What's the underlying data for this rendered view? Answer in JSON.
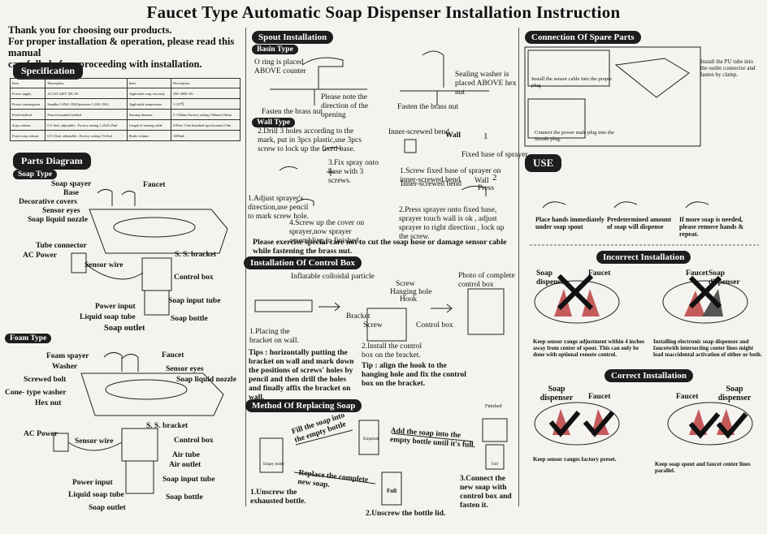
{
  "title": "Faucet Type Automatic Soap Dispenser Installation Instruction",
  "intro": {
    "line1": "Thank you for choosing our products.",
    "line2": "For proper installation & operation, please read this manual",
    "line3": "carefully before proceeding with installation."
  },
  "specification": {
    "heading": "Specification",
    "header": [
      "Item",
      "Description",
      "Item",
      "Description"
    ],
    "rows": [
      [
        "Power supply",
        "AC110~240V /DC 6V",
        "Applicable soap viscosity",
        "300~3000 cPs"
      ],
      [
        "Power consumption",
        "Standby 0.4W(~3W)Operation 1.2W(~5W)",
        "Applicable temperature",
        "1~55℃"
      ],
      [
        "Fixed method",
        "Faucet-mounted method",
        "Sensing distance",
        "5~150mm Factory setting 100mm±15mm"
      ],
      [
        "Soap volume",
        "0.5~3ml, adjustable ; Factory setting 1.25±0.25ml",
        "Length of sensing cable",
        "0.85m~1.6m Standard specification 0.9m"
      ],
      [
        "Foam soap volume",
        "0.5~25ml, adjustable ; Factory setting 15±5ml",
        "Bottle volume",
        "1000mL"
      ]
    ]
  },
  "parts": {
    "heading": "Parts Diagram",
    "soap_type": "Soap Type",
    "foam_type": "Foam Type",
    "soap_labels": {
      "sprayer": "Soap spayer",
      "faucet": "Faucet",
      "base": "Base",
      "covers": "Decorative covers",
      "sensor": "Sensor eyes",
      "nozzle": "Soap liquid nozzle",
      "tube_connector": "Tube connector",
      "ac_power": "AC Power",
      "sensor_wire": "Sensor wire",
      "bracket": "S. S. bracket",
      "control_box": "Control box",
      "power_input": "Power input",
      "soap_input_tube": "Soap input tube",
      "liquid_tube": "Liquid soap tube",
      "soap_bottle": "Soap bottle",
      "soap_outlet": "Soap outlet"
    },
    "foam_labels": {
      "sprayer": "Foam spayer",
      "faucet": "Faucet",
      "washer": "Washer",
      "sensor": "Sensor eyes",
      "bolt": "Screwed bolt",
      "nozzle": "Soap liquid nozzle",
      "cone_washer": "Cone- type washer",
      "hex_nut": "Hex nut",
      "ac_power": "AC Power",
      "bracket": "S. S. bracket",
      "sensor_wire": "Sensor wire",
      "control_box": "Control box",
      "air_tube": "Air tube",
      "air_outlet": "Air outlet",
      "power_input": "Power input",
      "soap_input_tube": "Soap input tube",
      "liquid_tube": "Liquid soap tube",
      "soap_bottle": "Soap bottle",
      "soap_outlet": "Soap outlet"
    }
  },
  "spout": {
    "heading": "Spout Installation",
    "basin_type": "Basin Type",
    "o_ring": "O ring is placed ABOVE counter",
    "note_direction": "Please note the direction of the opening",
    "fasten_left": "Fasten the brass nut",
    "sealing": "Sealing washer is placed ABOVE hex nut",
    "fasten_right": "Fasten the brass nut",
    "wall_type": "Wall Type",
    "step2": "2.Drill 3 holes according to the mark, put in 3pcs plastic,use 3pcs screw to lock up the fixed base.",
    "step3": "3.Fix spray onto base with 3 screws.",
    "step1": "1.Adjust sprayer's direction,use pencil to mark screw hole.",
    "step4": "4.Screw up the cover on sprayer,now sprayer assembling in finished.",
    "inner_bend1": "Inner-screwed bend",
    "wall1": "Wall",
    "num1": "1",
    "fixed_base": "Fixed base of sprayer",
    "screw_fixed": "1.Screw fixed base of sprayer on inner-screwed bend",
    "inner_bend2": "Inner-screwed bend",
    "wall2": "Wall",
    "press": "Press",
    "num2": "2",
    "press_step": "2.Press sprayer onto fixed base, sprayer touch wall is ok , adjust sprayer to right direction , lock up the screw.",
    "warning": "Please exercise special care not to cut the soap hose or damage sensor cable while fastening the brass nut."
  },
  "control_box": {
    "heading": "Installation Of Control Box",
    "particle": "Inflatable colloidal particle",
    "screw_top": "Screw",
    "hanging_hole": "Hanging hole",
    "hook": "Hook",
    "bracket": "Bracket",
    "screw_bottom": "Screw",
    "control_box": "Control box",
    "photo": "Photo of complete control box",
    "step1": "1.Placing the bracket on wall.",
    "step2": "2.Install the control box on the bracket.",
    "tips": "Tips : horizontally putting the bracket on wall and mark down the positions of screws' holes by pencil and then drill the holes and finally affix the bracket on wall.",
    "tip": "Tip : align the hook to the hanging hole and fix the control box on the bracket."
  },
  "replace": {
    "heading": "Method Of Replacing Soap",
    "fill": "Fill the soap into the empty bottle",
    "add": "Add the soap into the empty bottle until it's full.",
    "finished": "Finished",
    "emptied": "Emptied",
    "full1": "Full",
    "full2": "Full",
    "empty_bottle": "Empty bottle",
    "replace": "Replace the complete new soap.",
    "connect": "3.Connect the new soap with control box and fasten it.",
    "unscrew": "1.Unscrew the exhausted bottle.",
    "unscrew_lid": "2.Unscrew the bottle lid."
  },
  "spare": {
    "heading": "Connection Of Spare Parts",
    "pu_tube": "Install the PU tube into the outlet connector and fasten by clamp.",
    "sensor_cable": "Install the sensor cable into the proper plug",
    "power_plug": "Connect the power male plug into the female plug."
  },
  "use": {
    "heading": "USE",
    "c1": "Place hands immediately under soap spout",
    "c2": "Predetermined amount of soap will dispense",
    "c3": "If more soap is needed, please remove hands & repeat."
  },
  "incorrect": {
    "heading": "Incorrect Installation",
    "soap_dispenser1": "Soap dispenser",
    "faucet1": "Faucet",
    "faucet2": "Faucet",
    "soap_dispenser2": "Soap dispenser",
    "note1": "Keep sensor range adjustment within 4 inches away from center of spout. This can only be done with optional remote control.",
    "note2": "Installing electronic soap dispenser and faucetwith intersecting center lines might lead toaccidental activation of either or both."
  },
  "correct": {
    "heading": "Correct Installation",
    "soap_dispenser1": "Soap dispenser",
    "faucet1": "Faucet",
    "faucet2": "Faucet",
    "soap_dispenser2": "Soap dispenser",
    "note1": "Keep sensor ranges factory preset.",
    "note2": "Keep soap spout and faucet center lines parallel."
  }
}
